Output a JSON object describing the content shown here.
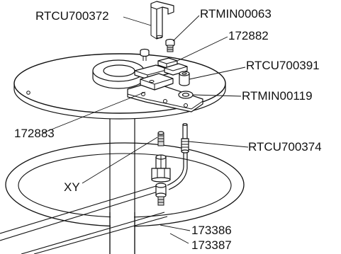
{
  "callouts": {
    "rtcu700372": "RTCU700372",
    "rtmin00063": "RTMIN00063",
    "p172882": "172882",
    "rtcu700391": "RTCU700391",
    "rtmin00119": "RTMIN00119",
    "p172883": "172883",
    "rtcu700374": "RTCU700374",
    "xy": "XY",
    "p173386": "173386",
    "p173387": "173387"
  }
}
